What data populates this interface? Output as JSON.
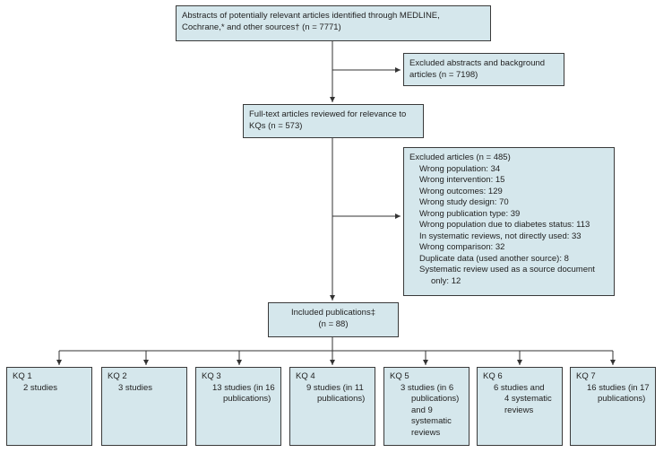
{
  "identified": {
    "line1": "Abstracts of potentially relevant articles identified through MEDLINE,",
    "line2": "Cochrane,* and other sources† (n = 7771)"
  },
  "excluded_abstracts": {
    "line1": "Excluded abstracts and background",
    "line2": "articles (n = 7198)"
  },
  "fulltext": {
    "line1": "Full-text articles reviewed for relevance to",
    "line2": "KQs (n = 573)"
  },
  "excluded_articles": {
    "title": "Excluded articles (n = 485)",
    "items": [
      "Wrong population: 34",
      "Wrong intervention: 15",
      "Wrong outcomes: 129",
      "Wrong study design: 70",
      "Wrong publication type: 39",
      "Wrong population due to diabetes status: 113",
      "In systematic reviews, not directly used: 33",
      "Wrong comparison: 32",
      "Duplicate data (used another source): 8",
      "Systematic review used as a source document"
    ],
    "last_cont": "only: 12"
  },
  "included": {
    "line1": "Included publications‡",
    "line2": "(n = 88)"
  },
  "kqs": [
    {
      "title": "KQ 1",
      "lines": [
        "2 studies"
      ]
    },
    {
      "title": "KQ 2",
      "lines": [
        "3 studies"
      ]
    },
    {
      "title": "KQ 3",
      "lines": [
        "13 studies (in 16",
        "publications)"
      ]
    },
    {
      "title": "KQ 4",
      "lines": [
        "9 studies (in 11",
        "publications)"
      ]
    },
    {
      "title": "KQ 5",
      "lines": [
        "3 studies (in 6",
        "publications)",
        "and 9",
        "systematic",
        "reviews"
      ]
    },
    {
      "title": "KQ 6",
      "lines": [
        "6 studies and",
        "4 systematic",
        "reviews"
      ]
    },
    {
      "title": "KQ 7",
      "lines": [
        "16 studies (in 17",
        "publications)"
      ]
    }
  ],
  "colors": {
    "box_fill": "#d5e7ec",
    "line": "#333333"
  }
}
